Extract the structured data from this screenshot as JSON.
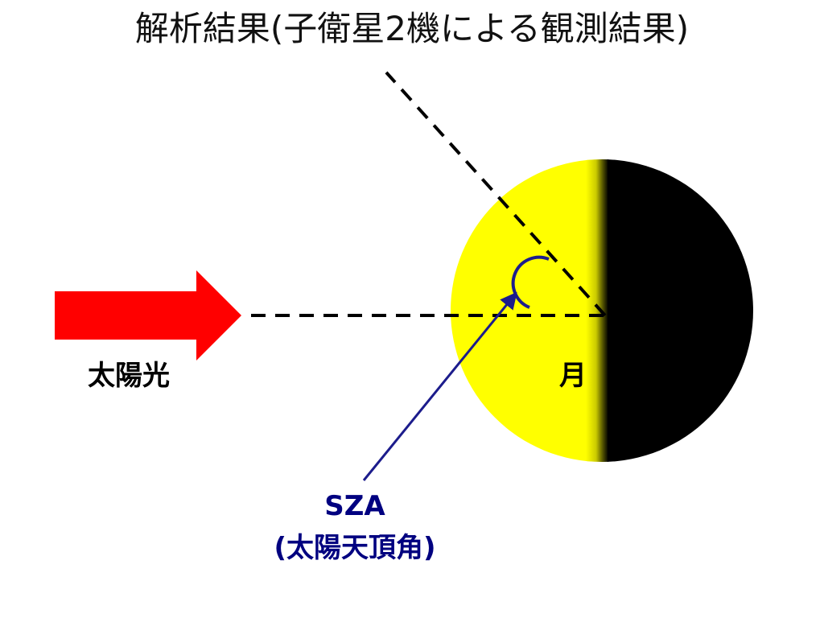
{
  "slide": {
    "title": "解析結果(子衛星2機による観測結果)"
  },
  "diagram": {
    "sunlight_label": "太陽光",
    "moon_label": "月",
    "sza_label": "SZA",
    "sza_sublabel": "(太陽天頂角)"
  },
  "colors": {
    "arrow": "#ff0000",
    "moon_lit": "#ffff00",
    "moon_dark": "#000000",
    "pointer": "#1c1c8c",
    "sza_text": "#000080",
    "dash": "#000000"
  },
  "icons": {
    "sunlight": "right-arrow-icon",
    "moon": "half-lit-moon-icon",
    "angle": "angle-arc-icon"
  }
}
